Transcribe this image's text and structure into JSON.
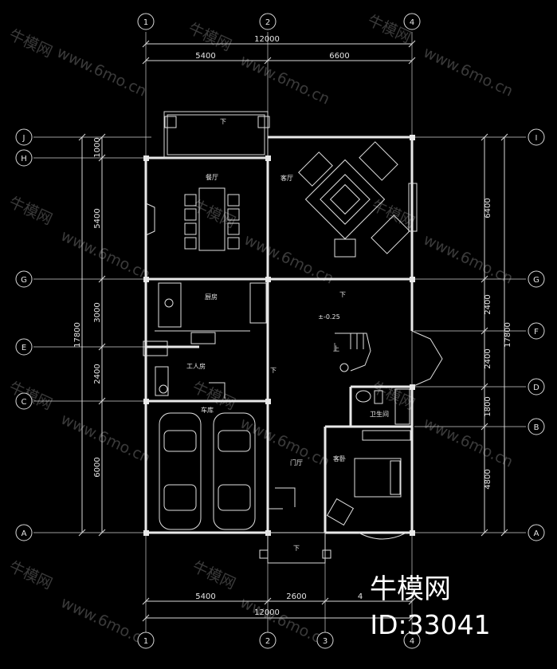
{
  "watermark": {
    "site": "牛模网",
    "url": "www.6mo.cn"
  },
  "brand": {
    "name": "牛模网",
    "id": "ID:33041"
  },
  "axes": {
    "top": [
      "1",
      "2",
      "4"
    ],
    "bottom": [
      "1",
      "2",
      "3",
      "4"
    ],
    "left": [
      "J",
      "H",
      "G",
      "E",
      "C",
      "A"
    ],
    "right": [
      "F",
      "D",
      "B",
      "A"
    ],
    "right_top": "G",
    "top_right": "I"
  },
  "dimensions": {
    "top_total": "12000",
    "top_left": "5400",
    "top_right": "6600",
    "bottom_total": "12000",
    "bottom_left": "5400",
    "bottom_mid": "2600",
    "bottom_right": "4",
    "left_1": "1000",
    "left_2": "5400",
    "left_3": "3000",
    "left_4": "2400",
    "left_5": "6000",
    "left_total": "17800",
    "right_1": "6400",
    "right_2": "2400",
    "right_3": "2400",
    "right_4": "1800",
    "right_5": "4800",
    "right_total": "17800"
  },
  "rooms": {
    "dining": "餐厅",
    "living": "客厅",
    "kitchen": "厨房",
    "worker": "工人房",
    "garage": "车库",
    "foyer": "门厅",
    "bath": "卫生间",
    "bedroom": "客卧",
    "level": "±-0.25",
    "down1": "下",
    "down2": "下",
    "down3": "下",
    "down4": "下",
    "up": "上"
  }
}
